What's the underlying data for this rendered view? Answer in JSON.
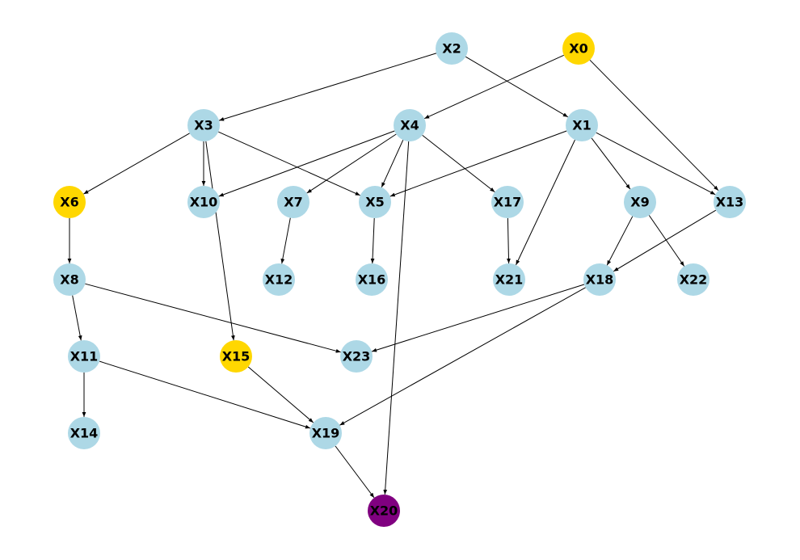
{
  "colors": {
    "default": "#add8e6",
    "highlight": "#ffd700",
    "target": "#800080",
    "edge": "#000000"
  },
  "nodes": [
    {
      "id": "X0",
      "label": "X0",
      "role": "highlight"
    },
    {
      "id": "X1",
      "label": "X1",
      "role": "default"
    },
    {
      "id": "X2",
      "label": "X2",
      "role": "default"
    },
    {
      "id": "X3",
      "label": "X3",
      "role": "default"
    },
    {
      "id": "X4",
      "label": "X4",
      "role": "default"
    },
    {
      "id": "X5",
      "label": "X5",
      "role": "default"
    },
    {
      "id": "X6",
      "label": "X6",
      "role": "highlight"
    },
    {
      "id": "X7",
      "label": "X7",
      "role": "default"
    },
    {
      "id": "X8",
      "label": "X8",
      "role": "default"
    },
    {
      "id": "X9",
      "label": "X9",
      "role": "default"
    },
    {
      "id": "X10",
      "label": "X10",
      "role": "default"
    },
    {
      "id": "X11",
      "label": "X11",
      "role": "default"
    },
    {
      "id": "X12",
      "label": "X12",
      "role": "default"
    },
    {
      "id": "X13",
      "label": "X13",
      "role": "default"
    },
    {
      "id": "X14",
      "label": "X14",
      "role": "default"
    },
    {
      "id": "X15",
      "label": "X15",
      "role": "highlight"
    },
    {
      "id": "X16",
      "label": "X16",
      "role": "default"
    },
    {
      "id": "X17",
      "label": "X17",
      "role": "default"
    },
    {
      "id": "X18",
      "label": "X18",
      "role": "default"
    },
    {
      "id": "X19",
      "label": "X19",
      "role": "default"
    },
    {
      "id": "X20",
      "label": "X20",
      "role": "target"
    },
    {
      "id": "X21",
      "label": "X21",
      "role": "default"
    },
    {
      "id": "X22",
      "label": "X22",
      "role": "default"
    },
    {
      "id": "X23",
      "label": "X23",
      "role": "default"
    }
  ],
  "edges": [
    [
      "X2",
      "X3"
    ],
    [
      "X2",
      "X1"
    ],
    [
      "X0",
      "X4"
    ],
    [
      "X0",
      "X13"
    ],
    [
      "X3",
      "X6"
    ],
    [
      "X3",
      "X10"
    ],
    [
      "X3",
      "X15"
    ],
    [
      "X3",
      "X5"
    ],
    [
      "X4",
      "X10"
    ],
    [
      "X4",
      "X7"
    ],
    [
      "X4",
      "X5"
    ],
    [
      "X4",
      "X17"
    ],
    [
      "X4",
      "X20"
    ],
    [
      "X1",
      "X5"
    ],
    [
      "X1",
      "X21"
    ],
    [
      "X1",
      "X9"
    ],
    [
      "X1",
      "X13"
    ],
    [
      "X6",
      "X8"
    ],
    [
      "X7",
      "X12"
    ],
    [
      "X5",
      "X16"
    ],
    [
      "X17",
      "X21"
    ],
    [
      "X9",
      "X18"
    ],
    [
      "X9",
      "X22"
    ],
    [
      "X13",
      "X18"
    ],
    [
      "X8",
      "X11"
    ],
    [
      "X8",
      "X23"
    ],
    [
      "X18",
      "X23"
    ],
    [
      "X18",
      "X19"
    ],
    [
      "X11",
      "X14"
    ],
    [
      "X11",
      "X19"
    ],
    [
      "X15",
      "X19"
    ],
    [
      "X19",
      "X20"
    ]
  ]
}
